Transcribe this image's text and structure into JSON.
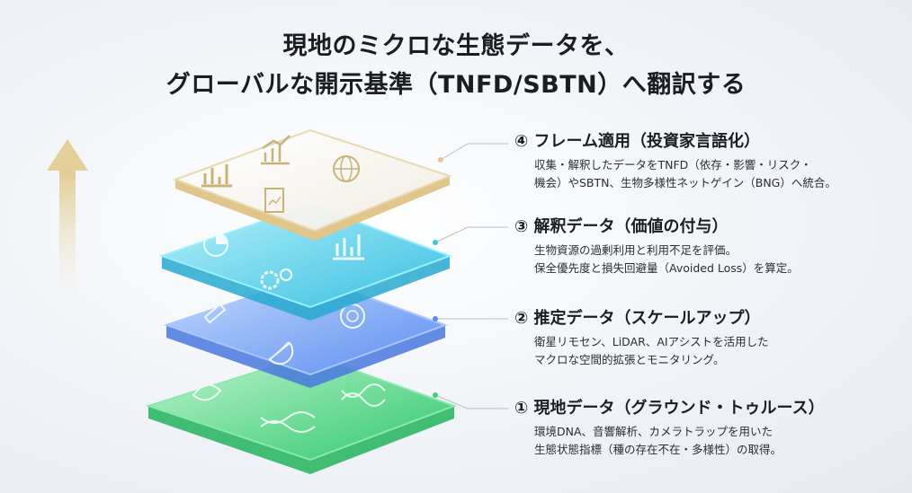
{
  "title": {
    "line1": "現地のミクロな生態データを、",
    "line2": "グローバルな開示基準（TNFD/SBTN）へ翻訳する"
  },
  "layers": [
    {
      "heading": "④ フレーム適用（投資家言語化）",
      "line1": "収集・解釈したデータをTNFD（依存・影響・リスク・",
      "line2": "機会）やSBTN、生物多様性ネットゲイン（BNG）へ統合。",
      "color": "#e8d7a8",
      "icons": [
        "bar-chart-icon",
        "growth-chart-icon",
        "globe-icon",
        "report-icon"
      ]
    },
    {
      "heading": "③ 解釈データ（価値の付与）",
      "line1": "生物資源の過剰利用と利用不足を評価。",
      "line2": "保全優先度と損失回避量（Avoided Loss）を算定。",
      "color": "#3cc7e0",
      "icons": [
        "pie-chart-icon",
        "bar-chart-icon",
        "gears-icon"
      ]
    },
    {
      "heading": "② 推定データ（スケールアップ）",
      "line1": "衛星リモセン、LiDAR、AIアシストを活用した",
      "line2": "マクロな空間的拡張とモニタリング。",
      "color": "#5a8ff0",
      "icons": [
        "satellite-icon",
        "radar-icon",
        "dish-antenna-icon"
      ]
    },
    {
      "heading": "① 現地データ（グラウンド・トゥルース）",
      "line1": "環境DNA、音響解析、カメラトラップを用いた",
      "line2": "生態状態指標（種の存在不在・多様性）の取得。",
      "color": "#3fd27a",
      "icons": [
        "leaf-icon",
        "dna-icon",
        "dna-icon"
      ]
    }
  ]
}
